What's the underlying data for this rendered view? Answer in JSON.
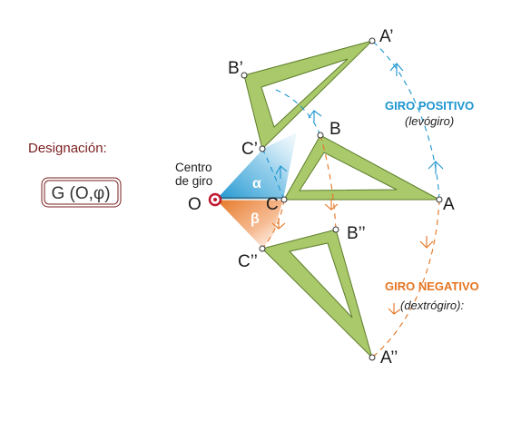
{
  "designation": {
    "title": "Designación:",
    "formula": "G (O,φ)"
  },
  "center_label": {
    "line1": "Centro",
    "line2": "de giro"
  },
  "points": {
    "O": "O",
    "A": "A",
    "B": "B",
    "C": "C",
    "A1": "A’",
    "B1": "B’",
    "C1": "C’",
    "A2": "A’’",
    "B2": "B’’",
    "C2": "C’’"
  },
  "angles": {
    "positive": "α",
    "negative": "β"
  },
  "giro_positivo": {
    "title": "GIRO POSITIVO",
    "subtitle": "(levógiro)"
  },
  "giro_negativo": {
    "title": "GIRO NEGATIVO",
    "subtitle": "(dextrógiro):"
  },
  "colors": {
    "triangle_fill": "#a9c96a",
    "triangle_stroke": "#5e7d2c",
    "positive": "#1b95cf",
    "negative": "#e57422",
    "center": "#c0192f",
    "designation": "#7a1f1f"
  }
}
